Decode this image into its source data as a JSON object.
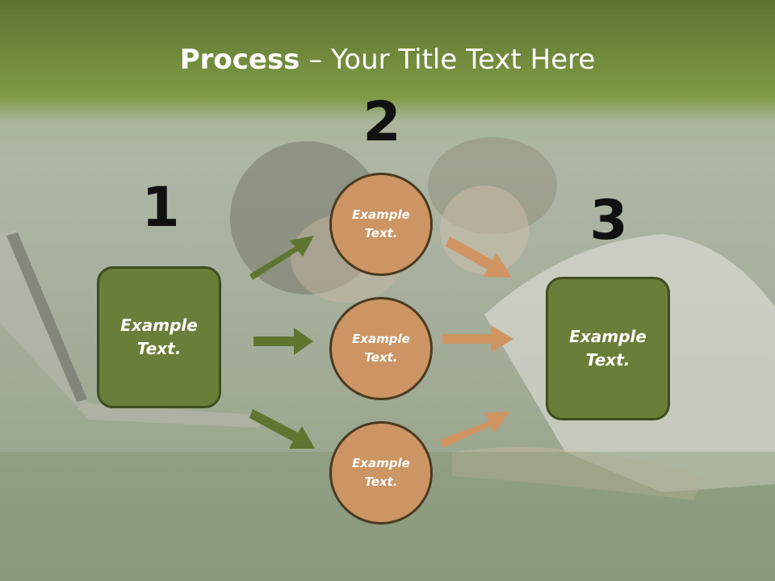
{
  "title": {
    "bold": "Process",
    "rest": " – Your Title Text Here"
  },
  "steps": {
    "one": "1",
    "two": "2",
    "three": "3"
  },
  "box_left": {
    "text": "Example\nText."
  },
  "box_right": {
    "text": "Example\nText."
  },
  "circles": [
    {
      "text": "Example\nText."
    },
    {
      "text": "Example\nText."
    },
    {
      "text": "Example\nText."
    }
  ],
  "colors": {
    "header_green": "#6b8a3a",
    "box_fill": "#6b7e39",
    "circle_fill": "#cc9563",
    "arrow_green": "#5f7530",
    "arrow_tan": "#d09462"
  }
}
